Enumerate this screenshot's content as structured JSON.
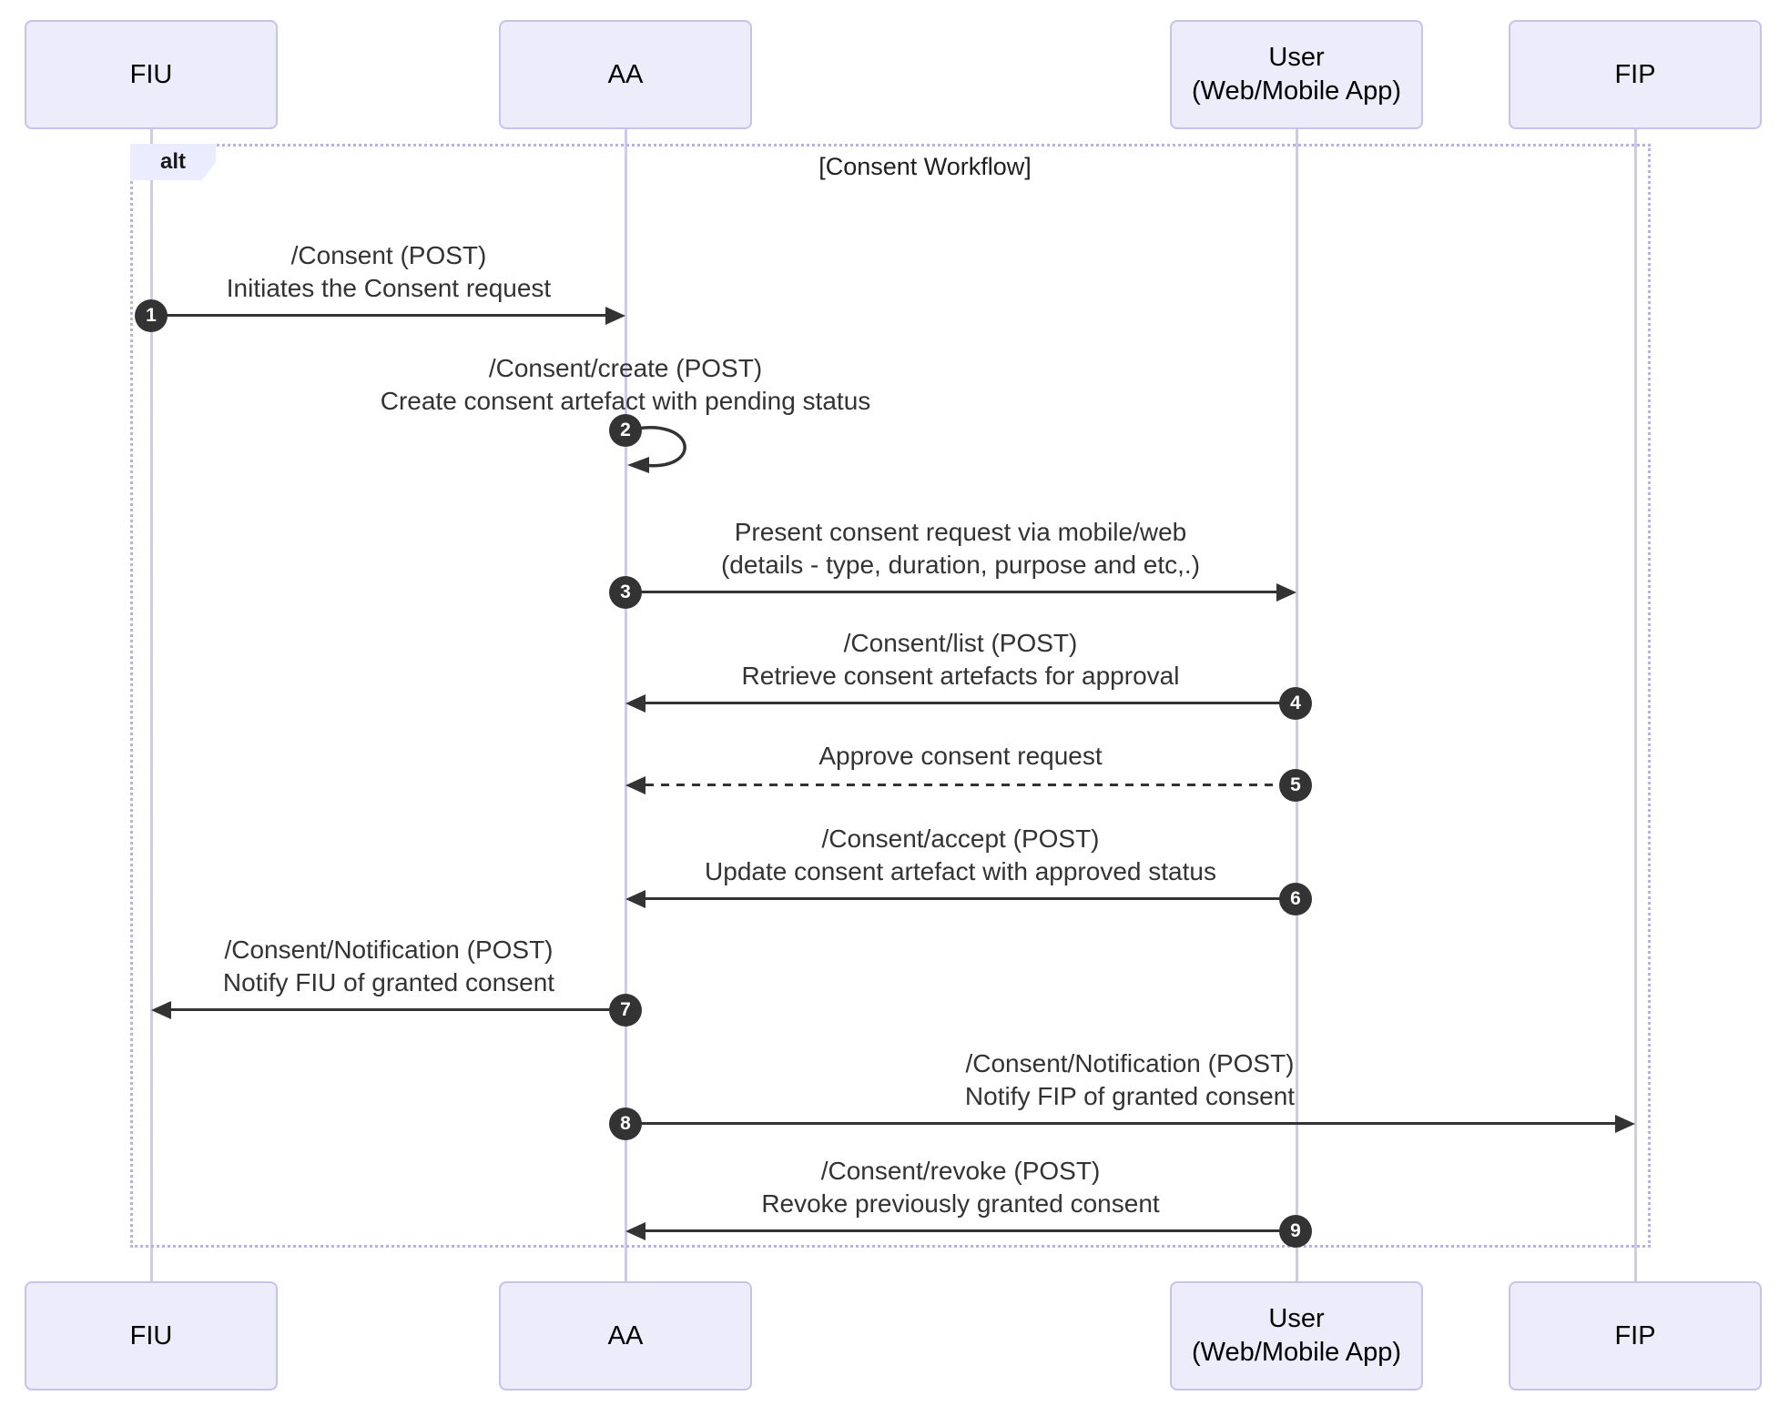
{
  "diagram": {
    "alt_label": "alt",
    "title": "[Consent Workflow]"
  },
  "actors": [
    {
      "id": "fiu",
      "label": "FIU"
    },
    {
      "id": "aa",
      "label": "AA"
    },
    {
      "id": "user",
      "label": "User",
      "label2": "(Web/Mobile App)"
    },
    {
      "id": "fip",
      "label": "FIP"
    }
  ],
  "messages": [
    {
      "num": "1",
      "from": "FIU",
      "to": "AA",
      "style": "solid",
      "line1": "/Consent (POST)",
      "line2": "Initiates the Consent request"
    },
    {
      "num": "2",
      "from": "AA",
      "to": "AA",
      "style": "self",
      "line1": "/Consent/create (POST)",
      "line2": "Create consent artefact with pending status"
    },
    {
      "num": "3",
      "from": "AA",
      "to": "User",
      "style": "solid",
      "line1": "Present consent request via mobile/web",
      "line2": "(details - type, duration, purpose and etc,.)"
    },
    {
      "num": "4",
      "from": "User",
      "to": "AA",
      "style": "solid",
      "line1": "/Consent/list (POST)",
      "line2": "Retrieve consent artefacts for approval"
    },
    {
      "num": "5",
      "from": "User",
      "to": "AA",
      "style": "dashed",
      "line1": "Approve consent request"
    },
    {
      "num": "6",
      "from": "User",
      "to": "AA",
      "style": "solid",
      "line1": "/Consent/accept (POST)",
      "line2": "Update consent artefact with approved status"
    },
    {
      "num": "7",
      "from": "AA",
      "to": "FIU",
      "style": "solid",
      "line1": "/Consent/Notification (POST)",
      "line2": "Notify FIU of granted consent"
    },
    {
      "num": "8",
      "from": "AA",
      "to": "FIP",
      "style": "solid",
      "line1": "/Consent/Notification (POST)",
      "line2": "Notify FIP of granted consent"
    },
    {
      "num": "9",
      "from": "User",
      "to": "AA",
      "style": "solid",
      "line1": "/Consent/revoke (POST)",
      "line2": "Revoke previously granted consent"
    }
  ],
  "colors": {
    "actor_fill": "#ECECFB",
    "actor_border": "#C8C2EA",
    "lifeline": "#CFC9EC",
    "frame_border": "#B9B1E0",
    "alt_tab_fill": "#ECECFF",
    "arrow": "#333333",
    "message_text": "#333333",
    "badge_fill": "#333333",
    "badge_text": "#FFFFFF"
  }
}
